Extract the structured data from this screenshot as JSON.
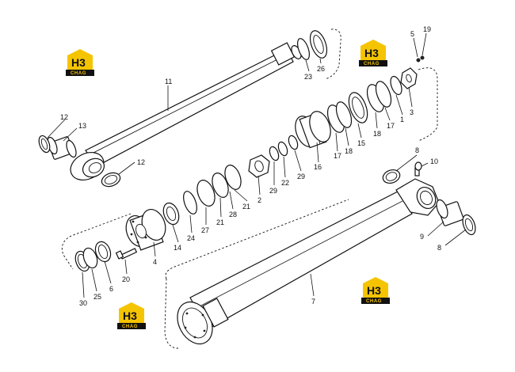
{
  "diagram": {
    "logo": {
      "mark": "H3",
      "caption": "CHAG",
      "color_primary": "#f5c400",
      "color_dark": "#111111"
    },
    "callouts": [
      {
        "id": "c1",
        "label": "1"
      },
      {
        "id": "c2",
        "label": "2"
      },
      {
        "id": "c3",
        "label": "3"
      },
      {
        "id": "c4",
        "label": "4"
      },
      {
        "id": "c5",
        "label": "5"
      },
      {
        "id": "c6",
        "label": "6"
      },
      {
        "id": "c7",
        "label": "7"
      },
      {
        "id": "c8a",
        "label": "8"
      },
      {
        "id": "c8b",
        "label": "8"
      },
      {
        "id": "c9",
        "label": "9"
      },
      {
        "id": "c10",
        "label": "10"
      },
      {
        "id": "c11",
        "label": "11"
      },
      {
        "id": "c12a",
        "label": "12"
      },
      {
        "id": "c12b",
        "label": "12"
      },
      {
        "id": "c13",
        "label": "13"
      },
      {
        "id": "c14",
        "label": "14"
      },
      {
        "id": "c15",
        "label": "15"
      },
      {
        "id": "c16",
        "label": "16"
      },
      {
        "id": "c17a",
        "label": "17"
      },
      {
        "id": "c17b",
        "label": "17"
      },
      {
        "id": "c18a",
        "label": "18"
      },
      {
        "id": "c18b",
        "label": "18"
      },
      {
        "id": "c19",
        "label": "19"
      },
      {
        "id": "c20",
        "label": "20"
      },
      {
        "id": "c21a",
        "label": "21"
      },
      {
        "id": "c21b",
        "label": "21"
      },
      {
        "id": "c22",
        "label": "22"
      },
      {
        "id": "c23",
        "label": "23"
      },
      {
        "id": "c24",
        "label": "24"
      },
      {
        "id": "c25",
        "label": "25"
      },
      {
        "id": "c26",
        "label": "26"
      },
      {
        "id": "c27",
        "label": "27"
      },
      {
        "id": "c28",
        "label": "28"
      },
      {
        "id": "c29a",
        "label": "29"
      },
      {
        "id": "c29b",
        "label": "29"
      },
      {
        "id": "c30",
        "label": "30"
      }
    ]
  }
}
